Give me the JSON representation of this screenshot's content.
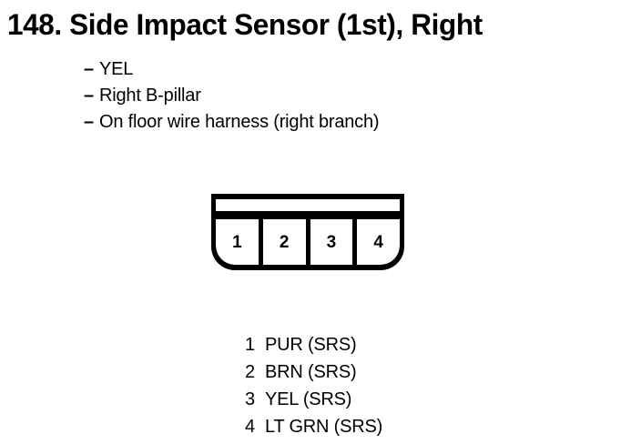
{
  "title": "148. Side Impact Sensor (1st), Right",
  "spec_list": {
    "dash": "–",
    "items": [
      "YEL",
      "Right B-pillar",
      "On floor wire harness (right branch)"
    ]
  },
  "connector": {
    "cavities": [
      "1",
      "2",
      "3",
      "4"
    ]
  },
  "pin_legend": [
    {
      "pin": "1",
      "wire": "PUR (SRS)"
    },
    {
      "pin": "2",
      "wire": "BRN (SRS)"
    },
    {
      "pin": "3",
      "wire": "YEL (SRS)"
    },
    {
      "pin": "4",
      "wire": "LT GRN (SRS)"
    }
  ],
  "colors": {
    "ink": "#000000",
    "background": "#ffffff"
  }
}
